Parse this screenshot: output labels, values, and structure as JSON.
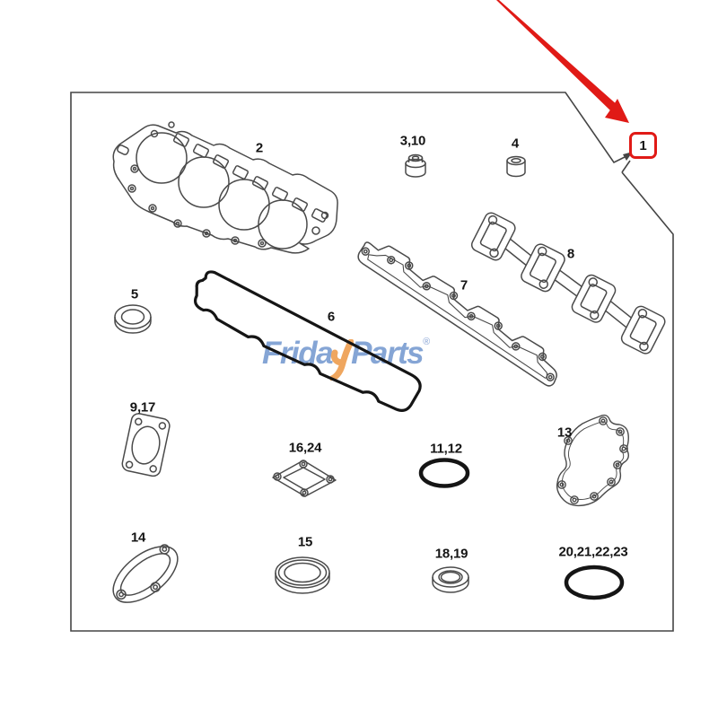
{
  "figure_type": "engine-gasket-kit-parts-diagram",
  "callout": {
    "number": "1"
  },
  "watermark": {
    "part1": "Frida",
    "accent_letter": "y",
    "part2": "Parts",
    "registered": "®"
  },
  "parts": [
    {
      "name": "cylinder-head-gasket",
      "label": "2"
    },
    {
      "name": "valve-stem-seal",
      "label": "3,10"
    },
    {
      "name": "seal-cap",
      "label": "4"
    },
    {
      "name": "washer-seal",
      "label": "5"
    },
    {
      "name": "valve-cover-gasket",
      "label": "6"
    },
    {
      "name": "intake-manifold-gasket",
      "label": "7"
    },
    {
      "name": "exhaust-manifold-gasket",
      "label": "8"
    },
    {
      "name": "square-port-gasket",
      "label": "9,17"
    },
    {
      "name": "o-ring-large",
      "label": "11,12"
    },
    {
      "name": "water-pump-gasket",
      "label": "13"
    },
    {
      "name": "side-cover-gasket",
      "label": "14"
    },
    {
      "name": "ring-seal",
      "label": "15"
    },
    {
      "name": "diamond-flange-gasket",
      "label": "16,24"
    },
    {
      "name": "small-washer",
      "label": "18,19"
    },
    {
      "name": "o-ring-set",
      "label": "20,21,22,23"
    }
  ],
  "colors": {
    "line": "#4a4a4a",
    "bold_line": "#151515",
    "highlight_red": "#e01a16",
    "label_text": "#141414",
    "watermark_blue": "#7fa1d3",
    "watermark_orange": "#efa257",
    "background": "#ffffff"
  }
}
